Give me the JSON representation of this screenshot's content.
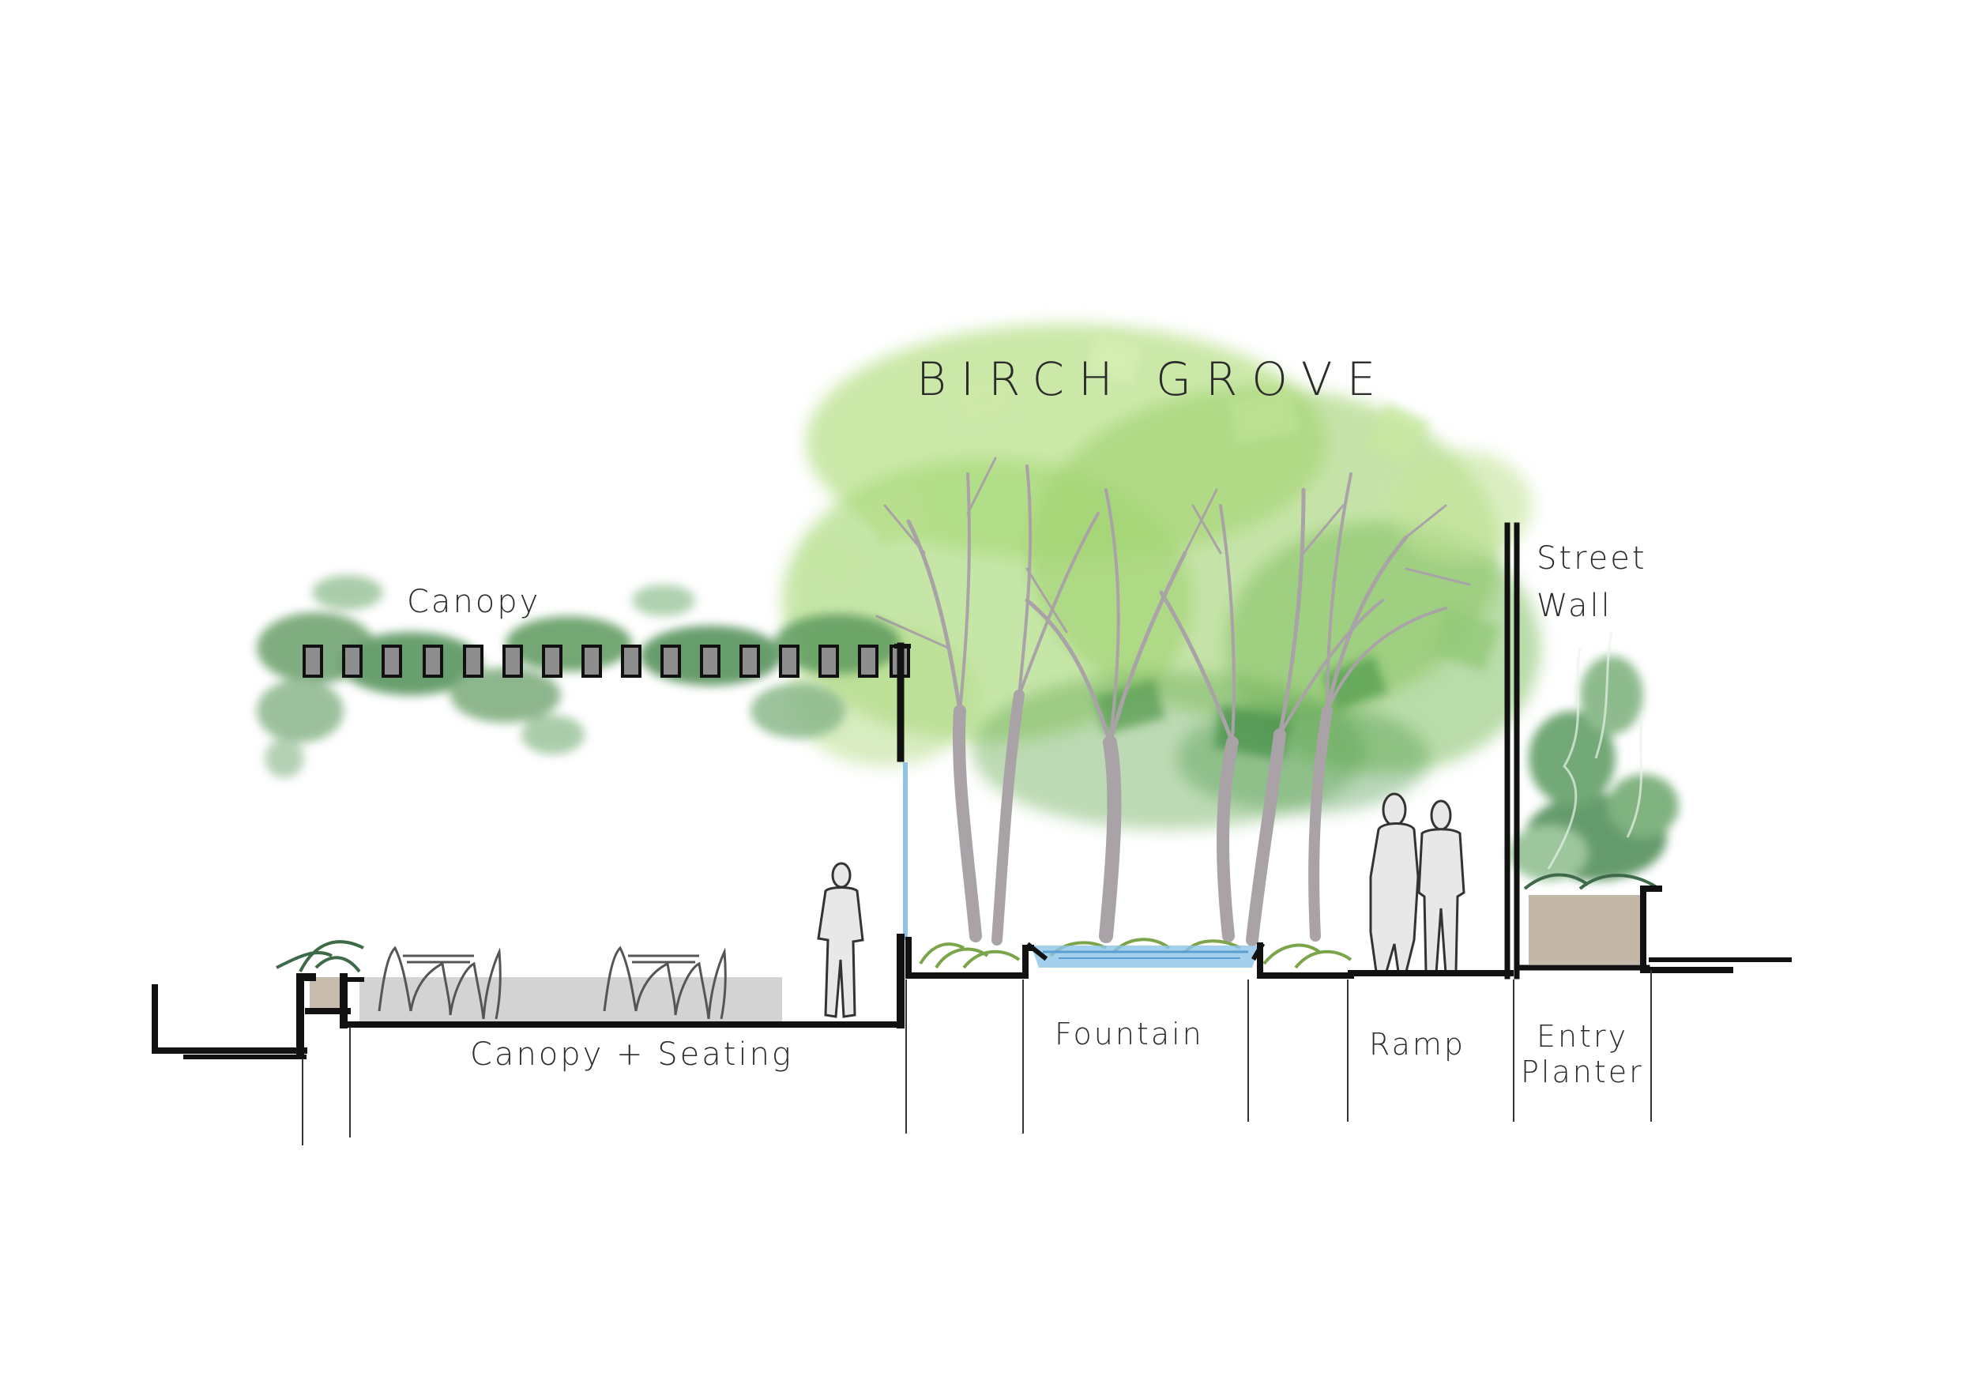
{
  "drawing": {
    "labels": {
      "birch_grove": "BIRCH GROVE",
      "canopy": "Canopy",
      "street_wall_line1": "Street",
      "street_wall_line2": "Wall",
      "canopy_seating": "Canopy + Seating",
      "fountain": "Fountain",
      "ramp": "Ramp",
      "entry_planter_line1": "Entry",
      "entry_planter_line2": "Planter"
    },
    "colors": {
      "ink": "#111111",
      "foliage_light": "#a8d87a",
      "foliage_dark": "#3f8a4a",
      "trunk": "#a9a2a6",
      "water": "#8fc4e8",
      "planter": "#b9aa98",
      "bench": "#b5b5b5"
    }
  }
}
